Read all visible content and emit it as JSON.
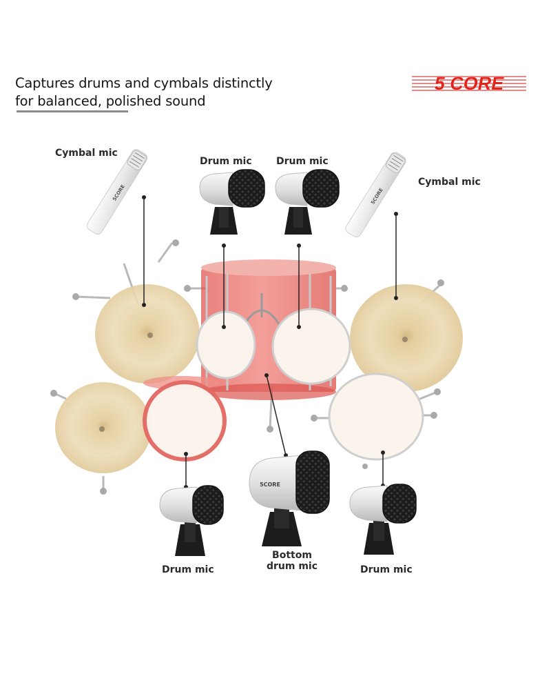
{
  "headline": {
    "line1": "Captures drums and cymbals distinctly",
    "line2": "for balanced, polished sound"
  },
  "brand": {
    "logo_text": "5 CORE",
    "color": "#e2231a"
  },
  "labels": {
    "cymbal_left": "Cymbal mic",
    "drum_top_left": "Drum mic",
    "drum_top_right": "Drum mic",
    "cymbal_right": "Cymbal mic",
    "drum_bottom_left": "Drum mic",
    "bottom_drum_line1": "Bottom",
    "bottom_drum_line2": "drum mic",
    "drum_bottom_right": "Drum mic"
  },
  "mic_badge_text": "5CORE",
  "colors": {
    "shell": "#e9645f",
    "cymbal": "#e6d2a6",
    "drumhead": "#fbf4ec",
    "mic_body": "#e4e4e4",
    "grille": "#1e1e1e"
  }
}
